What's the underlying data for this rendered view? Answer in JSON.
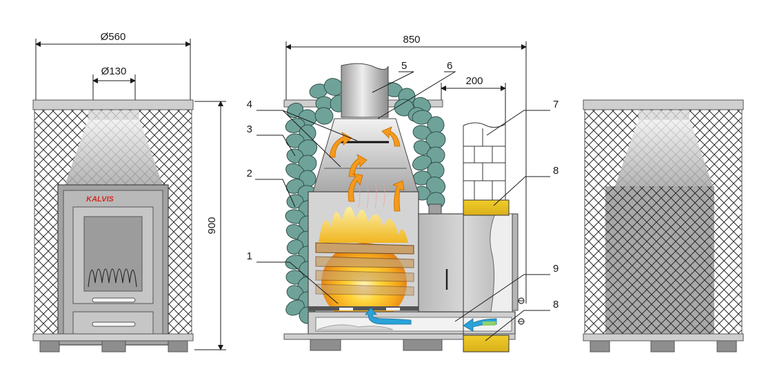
{
  "dimensions": {
    "outer_diameter": "Ø560",
    "flue_diameter": "Ø130",
    "height": "900",
    "depth": "850",
    "wall_gap": "200"
  },
  "brand_logo": "KALVIS",
  "callouts": [
    "1",
    "2",
    "3",
    "4",
    "5",
    "6",
    "7",
    "8",
    "9",
    "8"
  ],
  "colors": {
    "mesh": "#2a2a2a",
    "steel": "#bdbdbd",
    "dark_steel": "#8f8f8f",
    "stone": "#6fa39a",
    "fire": "#f7b515",
    "insulation": "#e8c21c",
    "brick": "#ffffff",
    "cold_air": "#2aa3d8",
    "hot_air": "#f39a1c"
  }
}
